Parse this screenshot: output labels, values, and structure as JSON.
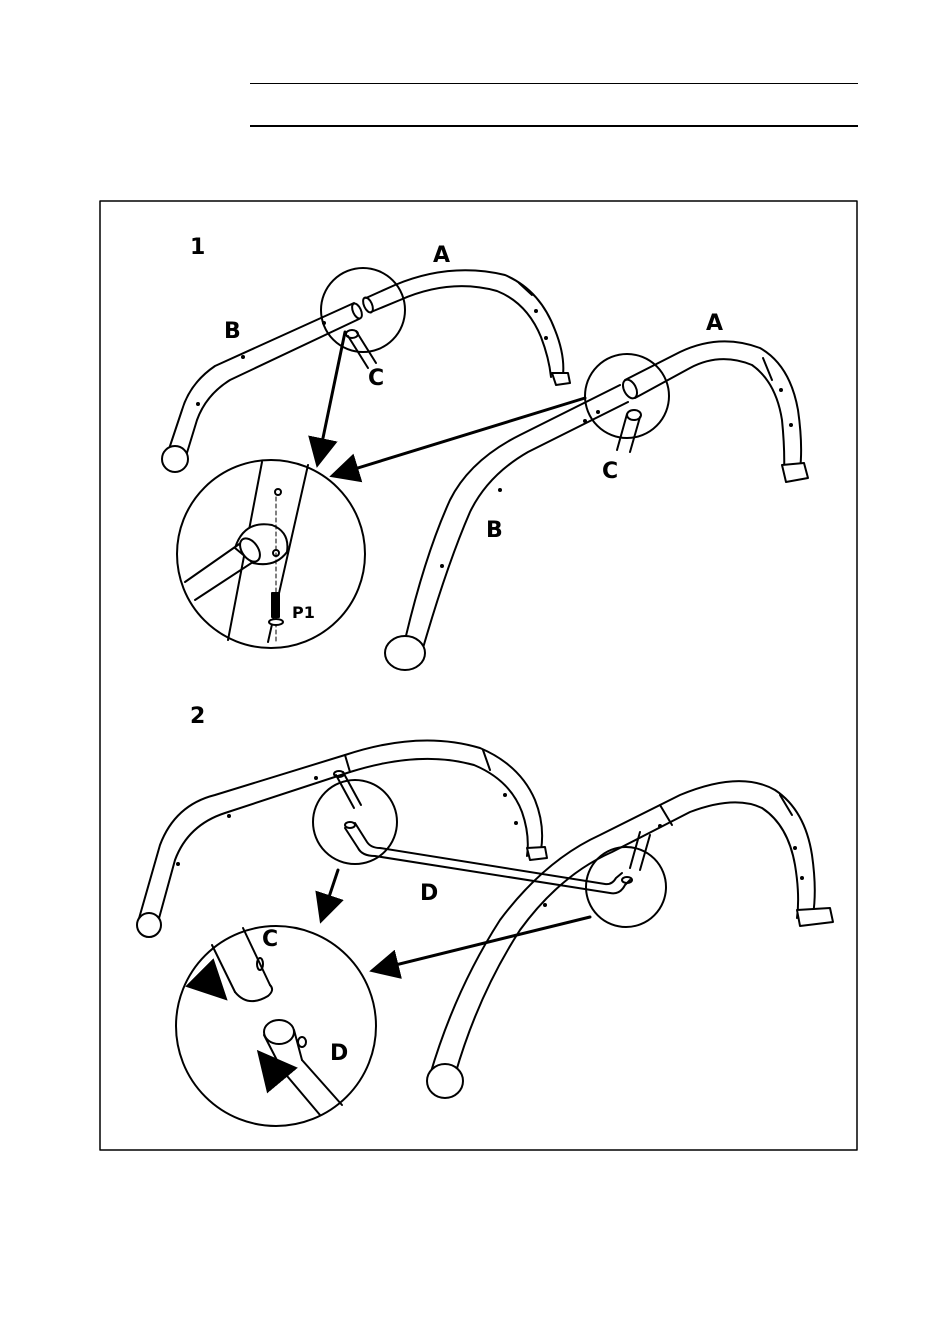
{
  "steps": [
    {
      "number": "1",
      "labels": {
        "a1": "A",
        "a2": "A",
        "b1": "B",
        "b2": "B",
        "c1": "C",
        "c2": "C",
        "p1": "P1"
      }
    },
    {
      "number": "2",
      "labels": {
        "c": "C",
        "d": "D",
        "d_zoom": "D"
      }
    }
  ]
}
